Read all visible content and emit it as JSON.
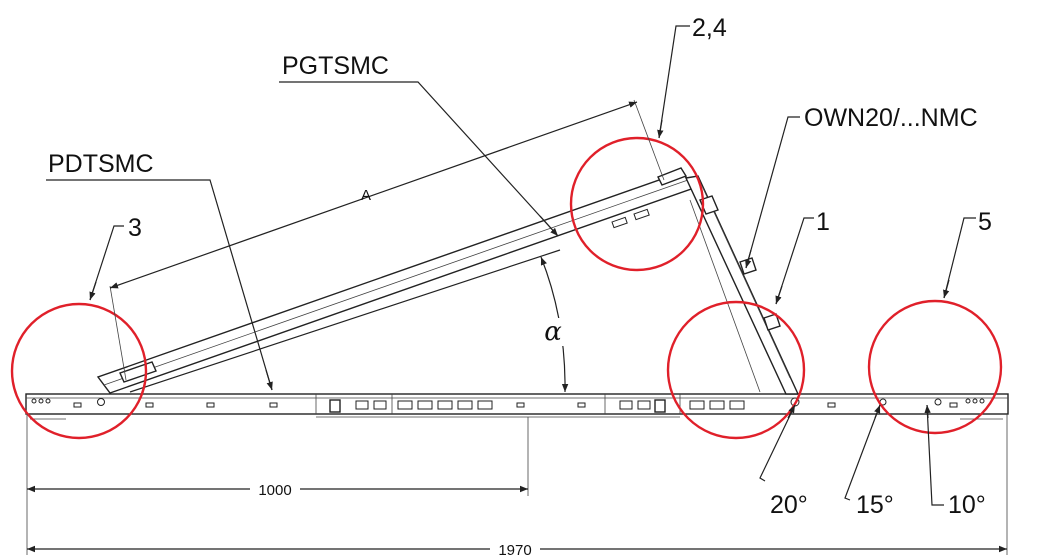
{
  "labels": {
    "pgtsmc": "PGTSMC",
    "pdtsmc": "PDTSMC",
    "own20": "OWN20/...NMC",
    "callout_1": "1",
    "callout_24": "2,4",
    "callout_3": "3",
    "callout_5": "5",
    "dim_a": "A",
    "alpha": "α",
    "dim_1000": "1000",
    "dim_1970": "1970",
    "angle_20": "20°",
    "angle_15": "15°",
    "angle_10": "10°"
  },
  "colors": {
    "callout_circle": "#e0202a",
    "line": "#222222"
  }
}
